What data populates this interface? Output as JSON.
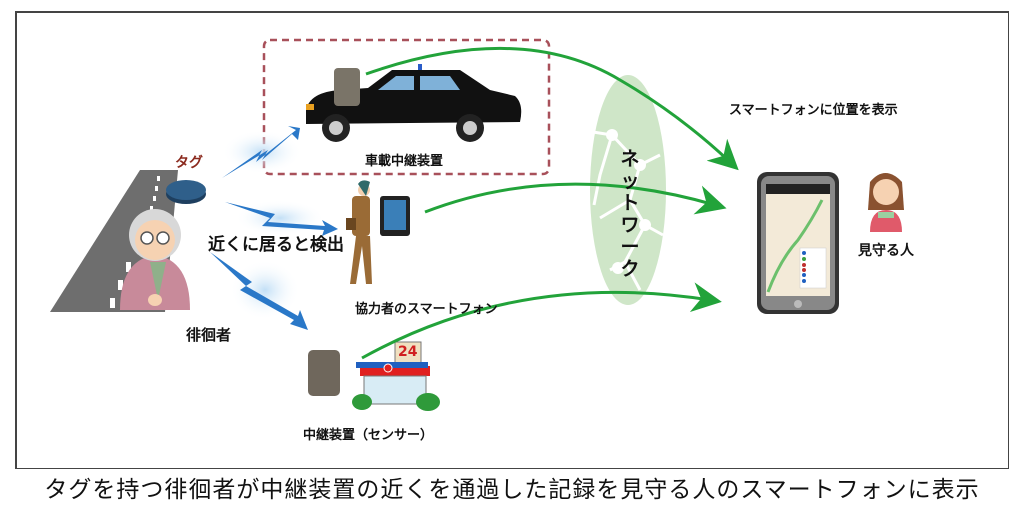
{
  "diagram": {
    "labels": {
      "tag": "タグ",
      "wanderer": "徘徊者",
      "detection": "近くに居ると検出",
      "vehicle_relay": "車載中継装置",
      "cooperator_phone": "協力者のスマートフォン",
      "relay_sensor": "中継装置（センサー）",
      "network": "ネットワーク",
      "display_on_phone": "スマートフォンに位置を表示",
      "watcher": "見守る人",
      "store_sign": "24"
    },
    "caption": "タグを持つ徘徊者が中継装置の近くを通過した記録を見守る人のスマートフォンに表示",
    "colors": {
      "arrow_green": "#22a33a",
      "signal_blue": "#2a78c8",
      "dashed_box": "#a8505a",
      "network_oval": "#cfe6c8",
      "tag_label": "#8b2a1e"
    }
  }
}
